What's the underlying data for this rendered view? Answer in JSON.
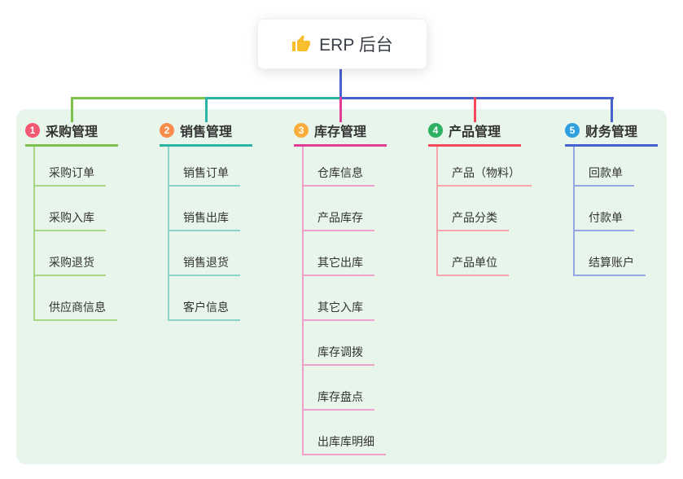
{
  "root": {
    "label": "ERP 后台",
    "icon": "thumbs-up-icon"
  },
  "colors": {
    "canvas_bg": "#ffffff",
    "panel_bg": "#E8F5EA",
    "root_text": "#3A3F47",
    "node_text": "#333333",
    "root_stem_blue": "#4761D1",
    "thumb_yellow": "#F9BE2B"
  },
  "branches": [
    {
      "badge": "1",
      "title": "采购管理",
      "badge_color": "#F25872",
      "line_color": "#7CC24A",
      "light_color": "#A9D884",
      "children": [
        "采购订单",
        "采购入库",
        "采购退货",
        "供应商信息"
      ]
    },
    {
      "badge": "2",
      "title": "销售管理",
      "badge_color": "#F98C4D",
      "line_color": "#2BB3A3",
      "light_color": "#8AD5CA",
      "children": [
        "销售订单",
        "销售出库",
        "销售退货",
        "客户信息"
      ]
    },
    {
      "badge": "3",
      "title": "库存管理",
      "badge_color": "#FBAD3C",
      "line_color": "#E23C97",
      "light_color": "#F1A0CC",
      "children": [
        "仓库信息",
        "产品库存",
        "其它出库",
        "其它入库",
        "库存调拨",
        "库存盘点",
        "出库库明细"
      ]
    },
    {
      "badge": "4",
      "title": "产品管理",
      "badge_color": "#2FB164",
      "line_color": "#F4485C",
      "light_color": "#F8A5AC",
      "children": [
        "产品（物料）",
        "产品分类",
        "产品单位"
      ]
    },
    {
      "badge": "5",
      "title": "财务管理",
      "badge_color": "#2EA0E0",
      "line_color": "#4761D1",
      "light_color": "#96A8E4",
      "children": [
        "回款单",
        "付款单",
        "结算账户"
      ]
    }
  ]
}
